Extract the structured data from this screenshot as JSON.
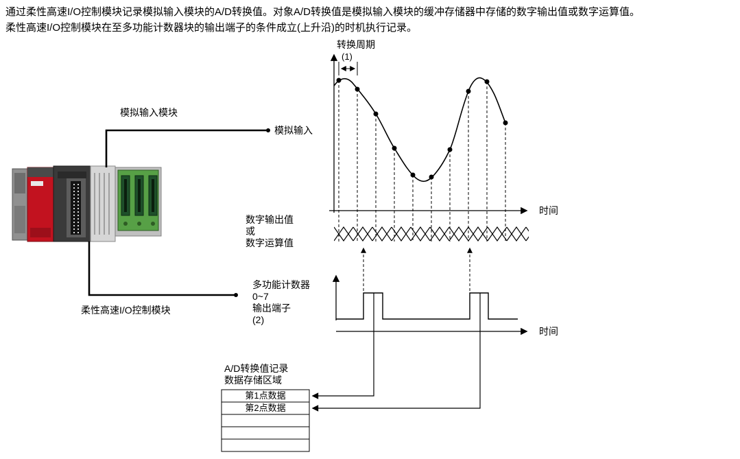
{
  "intro": {
    "line1": "通过柔性高速I/O控制模块记录模拟输入模块的A/D转换值。对象A/D转换值是模拟输入模块的缓冲存储器中存储的数字输出值或数字运算值。",
    "line2": "柔性高速I/O控制模块在至多功能计数器块的输出端子的条件成立(上升沿)的时机执行记录。"
  },
  "diagram": {
    "analog_input_module_label": "模拟输入模块",
    "analog_input_label": "模拟输入",
    "flexible_module_label": "柔性高速I/O控制模块",
    "conversion_cycle_label": "转换周期",
    "conversion_cycle_ref": "(1)",
    "time_label_top": "时间",
    "time_label_bottom": "时间",
    "digital_value_label": [
      "数字输出值",
      "或",
      "数字运算值"
    ],
    "counter_label": [
      "多功能计数器",
      "0~7",
      "输出端子",
      "(2)"
    ],
    "storage_title": [
      "A/D转换值记录",
      "数据存储区域"
    ],
    "storage_rows": [
      "第1点数据",
      "第2点数据",
      "",
      "",
      ""
    ]
  }
}
